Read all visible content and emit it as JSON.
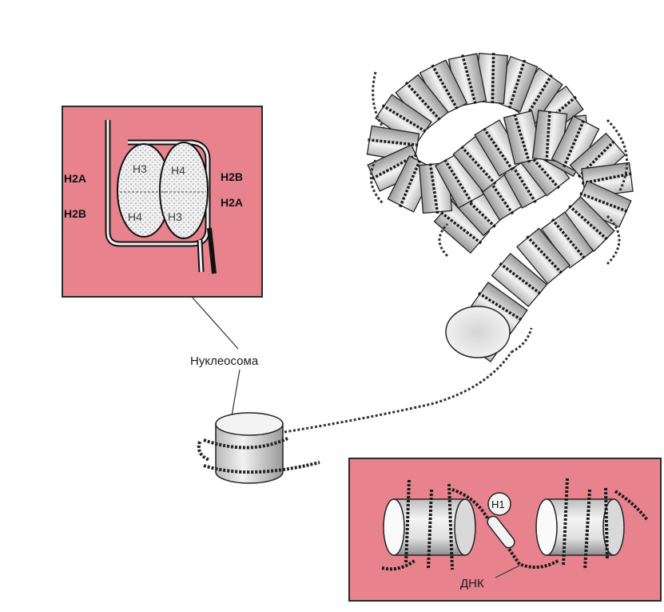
{
  "colors": {
    "panel": "#e8838e",
    "panel_border": "#2a2a2a",
    "cylinder": "#e9e9e9",
    "cylinder_shade": "#9a9a9a",
    "dna": "#222222"
  },
  "labels": {
    "nucleosome": "Нуклеосома",
    "dna": "ДНК",
    "h1": "H1"
  },
  "octamer": {
    "left_outer_top": "H2A",
    "left_outer_bottom": "H2B",
    "right_outer_top": "H2B",
    "right_outer_bottom": "H2A",
    "left_inner_top": "H3",
    "left_inner_bottom": "H4",
    "right_inner_top": "H4",
    "right_inner_bottom": "H3"
  }
}
